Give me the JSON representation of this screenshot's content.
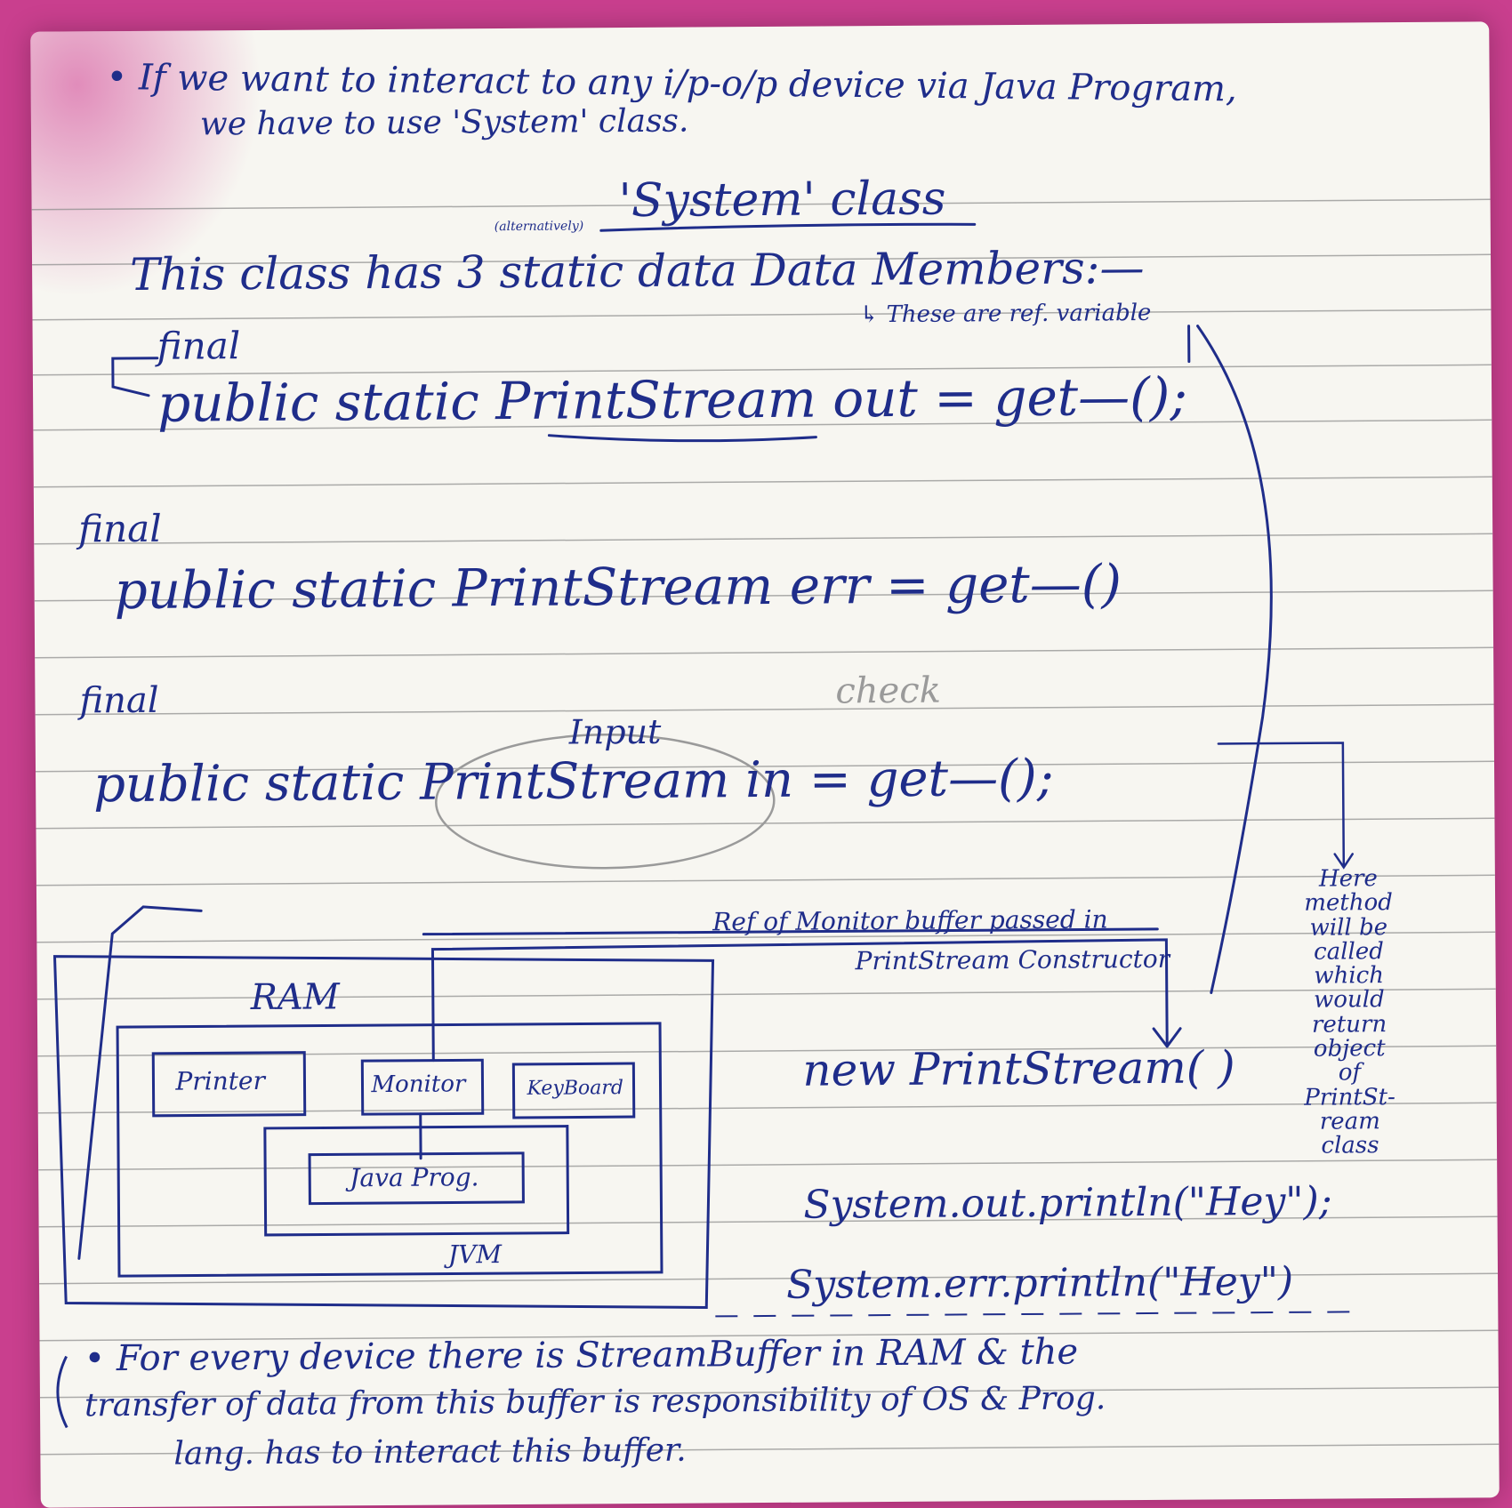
{
  "notes": {
    "intro_line1": "• If we want to interact to any i/p-o/p device via Java Program,",
    "intro_line2": "we have to use 'System' class.",
    "title": "'System' class",
    "title_margin": "(alternatively)",
    "members_heading": "This class has 3 static data Data Members:—",
    "ref_var_note": "↳ These are ref. variable",
    "final_1": "final",
    "decl_out": "public static PrintStream out = get—();",
    "final_2": "final",
    "decl_err": "public static PrintStream err = get—()",
    "final_3": "final",
    "check_note": "check",
    "input_correction": "Input",
    "decl_in": "public static PrintStream in = get—();",
    "side_note": [
      "Here",
      "method",
      "will be",
      "called",
      "which",
      "would",
      "return",
      "object",
      "of",
      "PrintSt-",
      "ream",
      "class"
    ],
    "ref_monitor_line1": "Ref of Monitor buffer passed in",
    "ref_monitor_line2": "PrintStream Constructor",
    "new_printstream": "new PrintStream( )",
    "sysout": "System.out.println(\"Hey\");",
    "syserr": "System.err.println(\"Hey\")",
    "ram_label": "RAM",
    "printer": "Printer",
    "monitor": "Monitor",
    "keyboard": "KeyBoard",
    "java_prog": "Java Prog.",
    "jvm": "JVM",
    "footer_line1": "• For every device there is StreamBuffer in RAM & the",
    "footer_line2": "transfer of data from this buffer is responsibility of OS & Prog.",
    "footer_line3": "lang. has to interact this buffer."
  }
}
